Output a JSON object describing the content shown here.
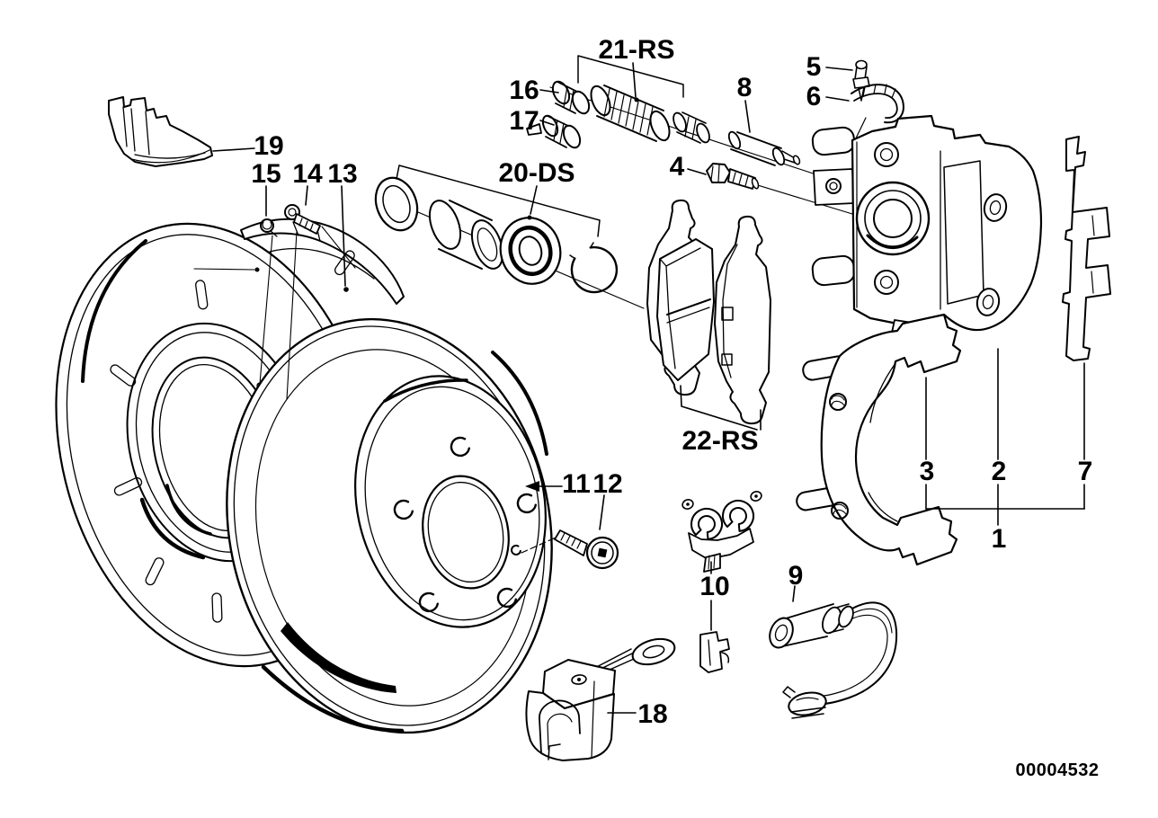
{
  "colors": {
    "background": "#ffffff",
    "line": "#000000"
  },
  "diagram": {
    "number": "00004532",
    "callouts": {
      "c1": "1",
      "c2": "2",
      "c3": "3",
      "c4": "4",
      "c5": "5",
      "c6": "6",
      "c7": "7",
      "c8": "8",
      "c9": "9",
      "c10": "10",
      "c11": "11",
      "c12": "12",
      "c13": "13",
      "c14": "14",
      "c15": "15",
      "c16": "16",
      "c17": "17",
      "c18": "18",
      "c19": "19",
      "c20": "20-DS",
      "c21": "21-RS",
      "c22": "22-RS"
    }
  }
}
